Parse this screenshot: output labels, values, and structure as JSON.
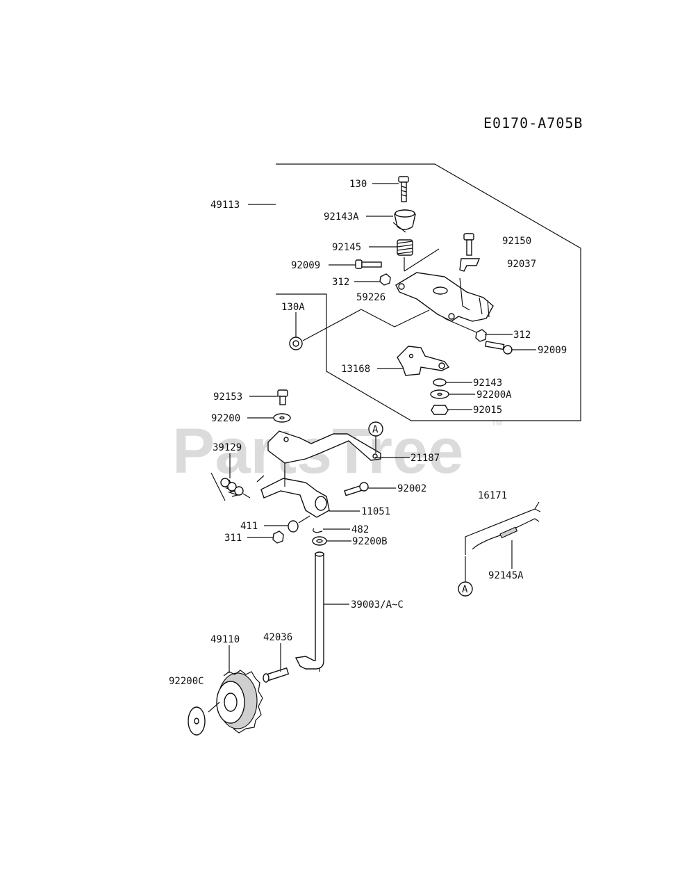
{
  "diagram": {
    "code": "E0170-A705B",
    "watermark": "PartsTree",
    "watermark_tm": "TM",
    "callouts": {
      "c130": "130",
      "c49113": "49113",
      "c92143A": "92143A",
      "c92145": "92145",
      "c92150": "92150",
      "c92037": "92037",
      "c92009a": "92009",
      "c312a": "312",
      "c59226": "59226",
      "c130A": "130A",
      "c312b": "312",
      "c92009b": "92009",
      "c13168": "13168",
      "c92143": "92143",
      "c92200A": "92200A",
      "c92015": "92015",
      "c92153": "92153",
      "c92200": "92200",
      "c39129": "39129",
      "c21187": "21187",
      "c92002": "92002",
      "c11051": "11051",
      "c411": "411",
      "c482": "482",
      "c311": "311",
      "c92200B": "92200B",
      "c16171": "16171",
      "c92145A": "92145A",
      "c39003": "39003/A~C",
      "c49110": "49110",
      "c42036": "42036",
      "c92200C": "92200C"
    },
    "markers": {
      "a_top": "A",
      "a_bottom": "A"
    }
  }
}
